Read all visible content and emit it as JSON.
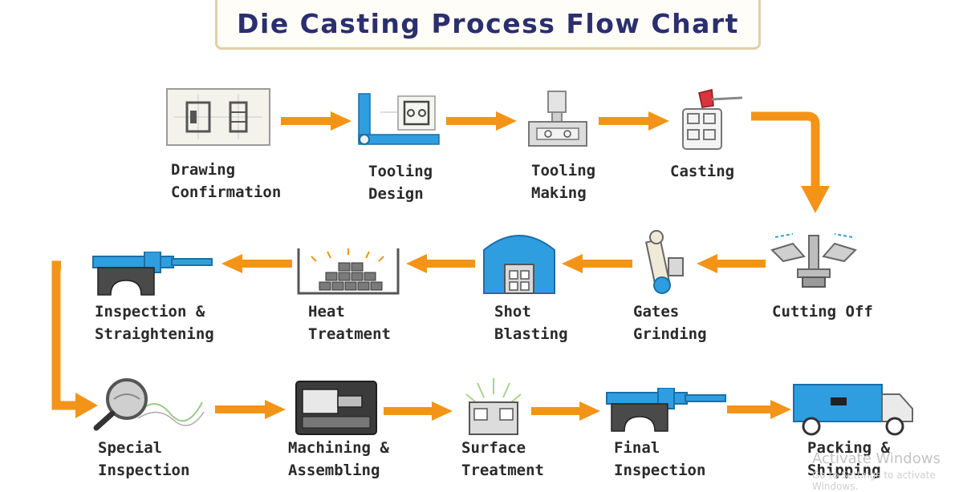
{
  "title": "Die Casting Process Flow Chart",
  "steps": {
    "drawing_confirmation": "Drawing\nConfirmation",
    "tooling_design": "Tooling\nDesign",
    "tooling_making": "Tooling\nMaking",
    "casting": "Casting",
    "cutting_off": "Cutting Off",
    "gates_grinding": "Gates\nGrinding",
    "shot_blasting": "Shot\nBlasting",
    "heat_treatment": "Heat\nTreatment",
    "inspection_straightening": "Inspection &\nStraightening",
    "special_inspection": "Special\nInspection",
    "machining_assembling": "Machining &\nAssembling",
    "surface_treatment": "Surface\nTreatment",
    "final_inspection": "Final\nInspection",
    "packing_shipping": "Packing &\nShipping"
  },
  "watermark": {
    "line1": "Activate Windows",
    "line2": "Go to Settings to activate Windows."
  },
  "colors": {
    "arrow": "#f39418",
    "accent_blue": "#2f9ee0",
    "title_text": "#2b2f6e",
    "title_border": "#e2cfa5"
  }
}
